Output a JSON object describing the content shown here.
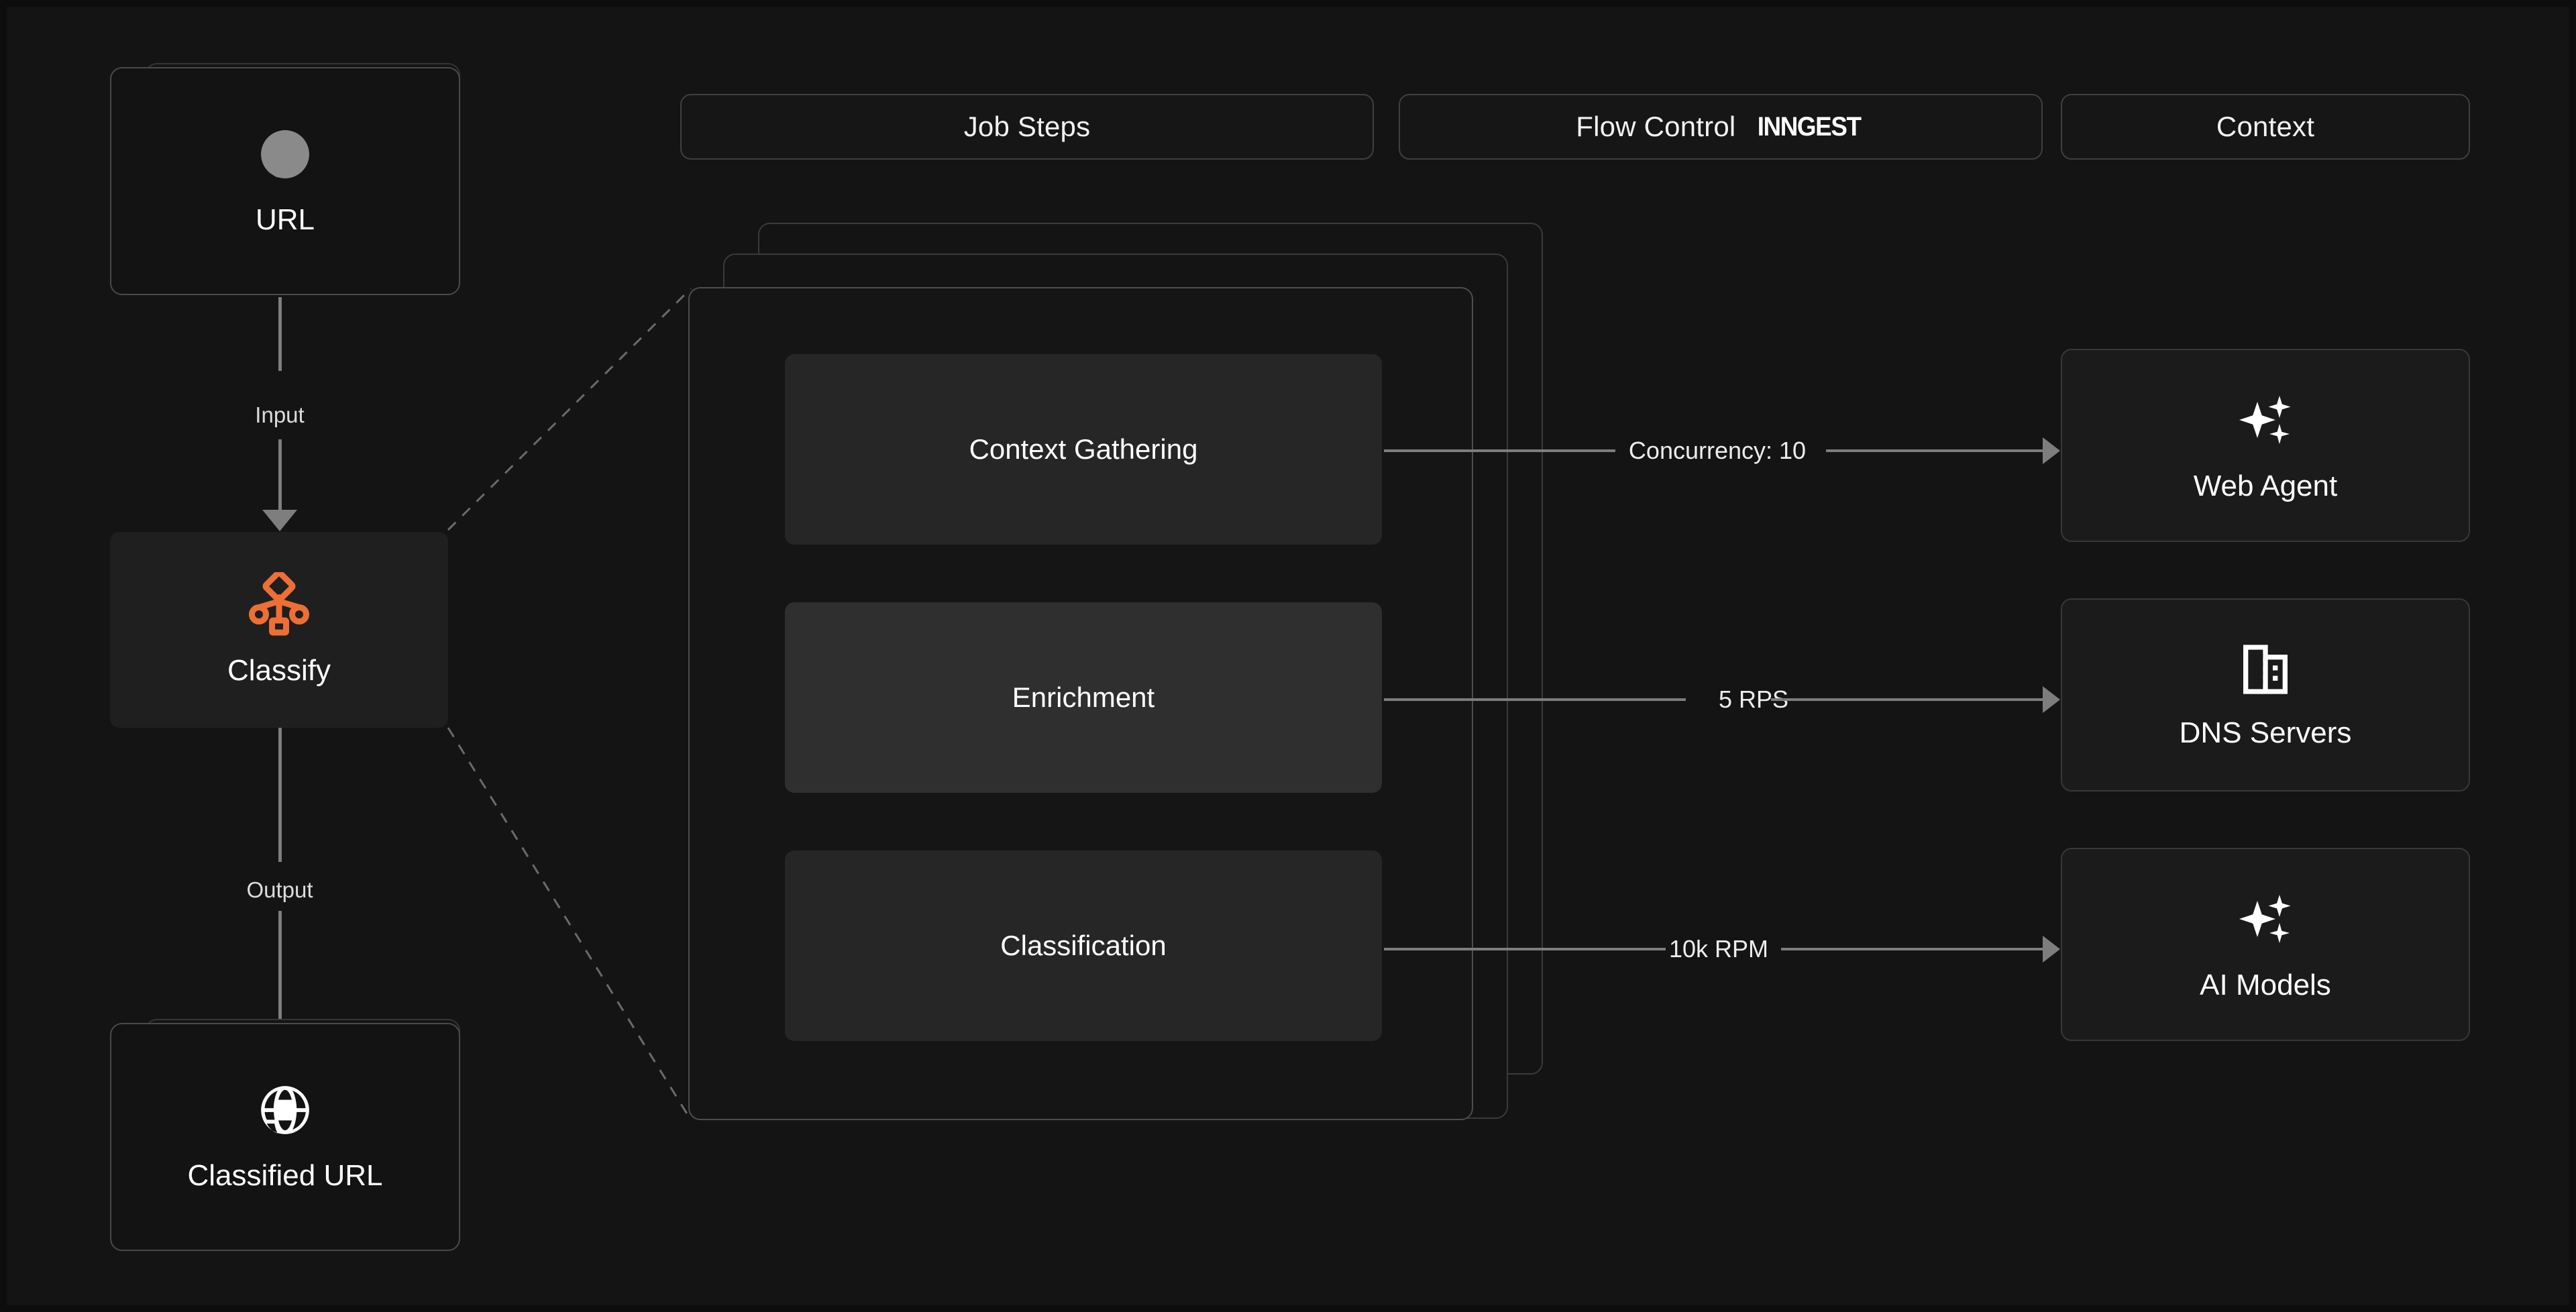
{
  "theme": {
    "background": "#141414",
    "card_bg": "#141414",
    "card_border": "#3a3a3a",
    "step_bg": "#262626",
    "step_bg_active": "#2f2f2f",
    "accent_orange": "#ED6F35",
    "text_primary": "#ffffff",
    "line_color": "#7d7d7d",
    "icon_muted": "#8a8a8a"
  },
  "headers": [
    {
      "label": "Job Steps",
      "brand": ""
    },
    {
      "label": "Flow Control",
      "brand": "INNGEST"
    },
    {
      "label": "Context",
      "brand": ""
    }
  ],
  "pipeline": {
    "input_node": {
      "label": "URL",
      "icon": "globe-icon",
      "icon_color": "#8a8a8a",
      "stacked": true,
      "stack_count": 3
    },
    "process_node": {
      "label": "Classify",
      "icon": "workflow-hierarchy-icon",
      "icon_color": "#ED6F35"
    },
    "output_node": {
      "label": "Classified URL",
      "icon": "globe-icon",
      "icon_color": "#ffffff",
      "stacked": true,
      "stack_count": 3
    },
    "edges": [
      {
        "label": "Input",
        "from": "URL",
        "to": "Classify"
      },
      {
        "label": "Output",
        "from": "Classify",
        "to": "Classified URL"
      }
    ]
  },
  "job_steps": {
    "stacked": true,
    "stack_count": 3,
    "steps": [
      {
        "label": "Context Gathering",
        "active": false
      },
      {
        "label": "Enrichment",
        "active": true
      },
      {
        "label": "Classification",
        "active": false
      }
    ]
  },
  "flow_control": [
    {
      "label": "Concurrency: 10",
      "from": "Context Gathering",
      "to": "Web Agent"
    },
    {
      "label": "5 RPS",
      "from": "Enrichment",
      "to": "DNS Servers"
    },
    {
      "label": "10k RPM",
      "from": "Classification",
      "to": "AI Models"
    }
  ],
  "context_cards": [
    {
      "label": "Web Agent",
      "icon": "sparkles-icon"
    },
    {
      "label": "DNS Servers",
      "icon": "building-icon"
    },
    {
      "label": "AI Models",
      "icon": "sparkles-icon"
    }
  ]
}
